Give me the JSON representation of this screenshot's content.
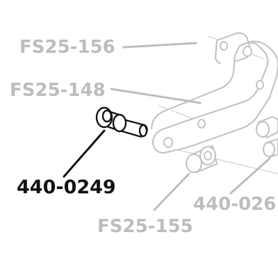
{
  "labels": {
    "fs25_156": "FS25-156",
    "fs25_148": "FS25-148",
    "part_440_0249": "440-0249",
    "part_440_026": "440-026",
    "fs25_155": "FS25-155"
  },
  "colors": {
    "highlight": "#111111",
    "muted": "#bdbdbd",
    "background": "#ffffff"
  }
}
